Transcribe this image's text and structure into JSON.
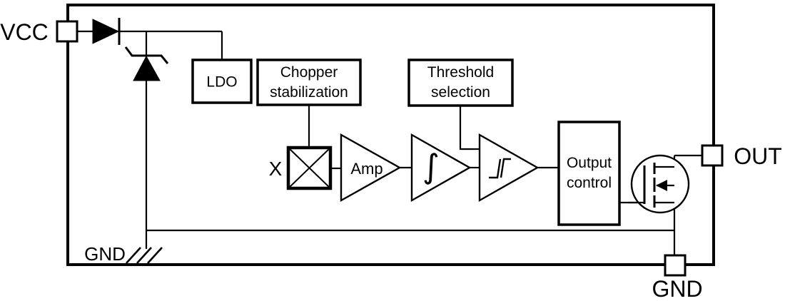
{
  "figure": {
    "kind": "circuit-block-diagram",
    "background_color": "#ffffff",
    "line_color": "#000000"
  },
  "pins": {
    "vcc": {
      "label": "VCC",
      "side": "left"
    },
    "out": {
      "label": "OUT",
      "side": "right"
    },
    "gnd": {
      "label": "GND",
      "side": "bottom"
    }
  },
  "internal": {
    "ground_label": "GND"
  },
  "blocks": {
    "ldo": {
      "label": "LDO"
    },
    "chopper": {
      "line1": "Chopper",
      "line2": "stabilization"
    },
    "threshold": {
      "line1": "Threshold",
      "line2": "selection"
    },
    "hall_element": {
      "label": "X"
    },
    "amplifier": {
      "label": "Amp"
    },
    "integrator": {
      "symbol": "∫"
    },
    "output_control": {
      "line1": "Output",
      "line2": "control"
    }
  },
  "icons": {
    "diode": "diode-icon",
    "zener_diode": "zener-diode-icon",
    "hall_plate": "hall-cross-icon",
    "integrator": "integral-icon",
    "schmitt_trigger": "hysteresis-icon",
    "mosfet": "mosfet-icon",
    "ground": "ground-icon"
  }
}
